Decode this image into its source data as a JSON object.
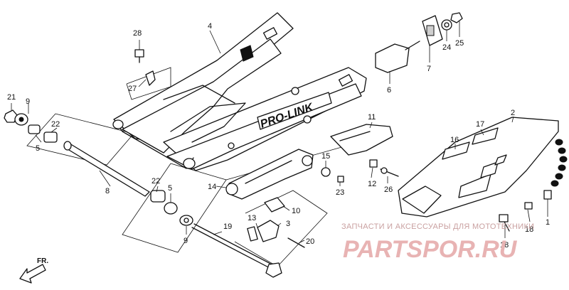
{
  "diagram": {
    "frame_logo_text": "PRO-LINK",
    "front_arrow_label": "FR.",
    "watermark": {
      "caption": "ЗАПЧАСТИ И АКСЕССУАРЫ ДЛЯ МОТОТЕХНИКИ",
      "brand": "PARTSPOR.RU"
    },
    "callouts": [
      "1",
      "2",
      "3",
      "4",
      "5",
      "5",
      "6",
      "7",
      "8",
      "9",
      "9",
      "10",
      "11",
      "12",
      "13",
      "14",
      "15",
      "16",
      "17",
      "18",
      "18",
      "19",
      "20",
      "21",
      "22",
      "22",
      "23",
      "24",
      "25",
      "26",
      "27",
      "28"
    ]
  }
}
